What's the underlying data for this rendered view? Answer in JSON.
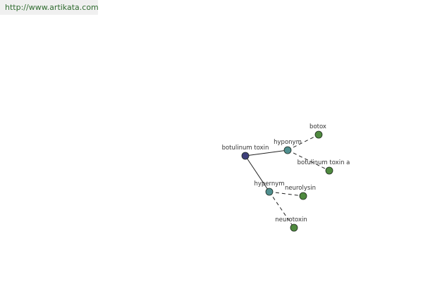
{
  "header": {
    "url": "http://www.artikata.com"
  },
  "graph": {
    "nodes": [
      {
        "id": "root",
        "label": "botulinum toxin",
        "kind": "root",
        "color": "#3d3f7a"
      },
      {
        "id": "hyponym",
        "label": "hyponym",
        "kind": "relation",
        "color": "#4f8f8f"
      },
      {
        "id": "hypernym",
        "label": "hypernym",
        "kind": "relation",
        "color": "#4f8f8f"
      },
      {
        "id": "botox",
        "label": "botox",
        "kind": "term",
        "color": "#4f8a3f"
      },
      {
        "id": "botulinum-toxin-a",
        "label": "botulinum toxin a",
        "kind": "term",
        "color": "#4f8a3f"
      },
      {
        "id": "neurolysin",
        "label": "neurolysin",
        "kind": "term",
        "color": "#4f8a3f"
      },
      {
        "id": "neurotoxin",
        "label": "neurotoxin",
        "kind": "term",
        "color": "#4f8a3f"
      }
    ],
    "edges": [
      {
        "from": "root",
        "to": "hyponym",
        "style": "solid"
      },
      {
        "from": "root",
        "to": "hypernym",
        "style": "solid"
      },
      {
        "from": "hyponym",
        "to": "botox",
        "style": "dashed"
      },
      {
        "from": "hyponym",
        "to": "botulinum-toxin-a",
        "style": "dashed"
      },
      {
        "from": "hypernym",
        "to": "neurolysin",
        "style": "dashed"
      },
      {
        "from": "hypernym",
        "to": "neurotoxin",
        "style": "dashed"
      }
    ]
  }
}
